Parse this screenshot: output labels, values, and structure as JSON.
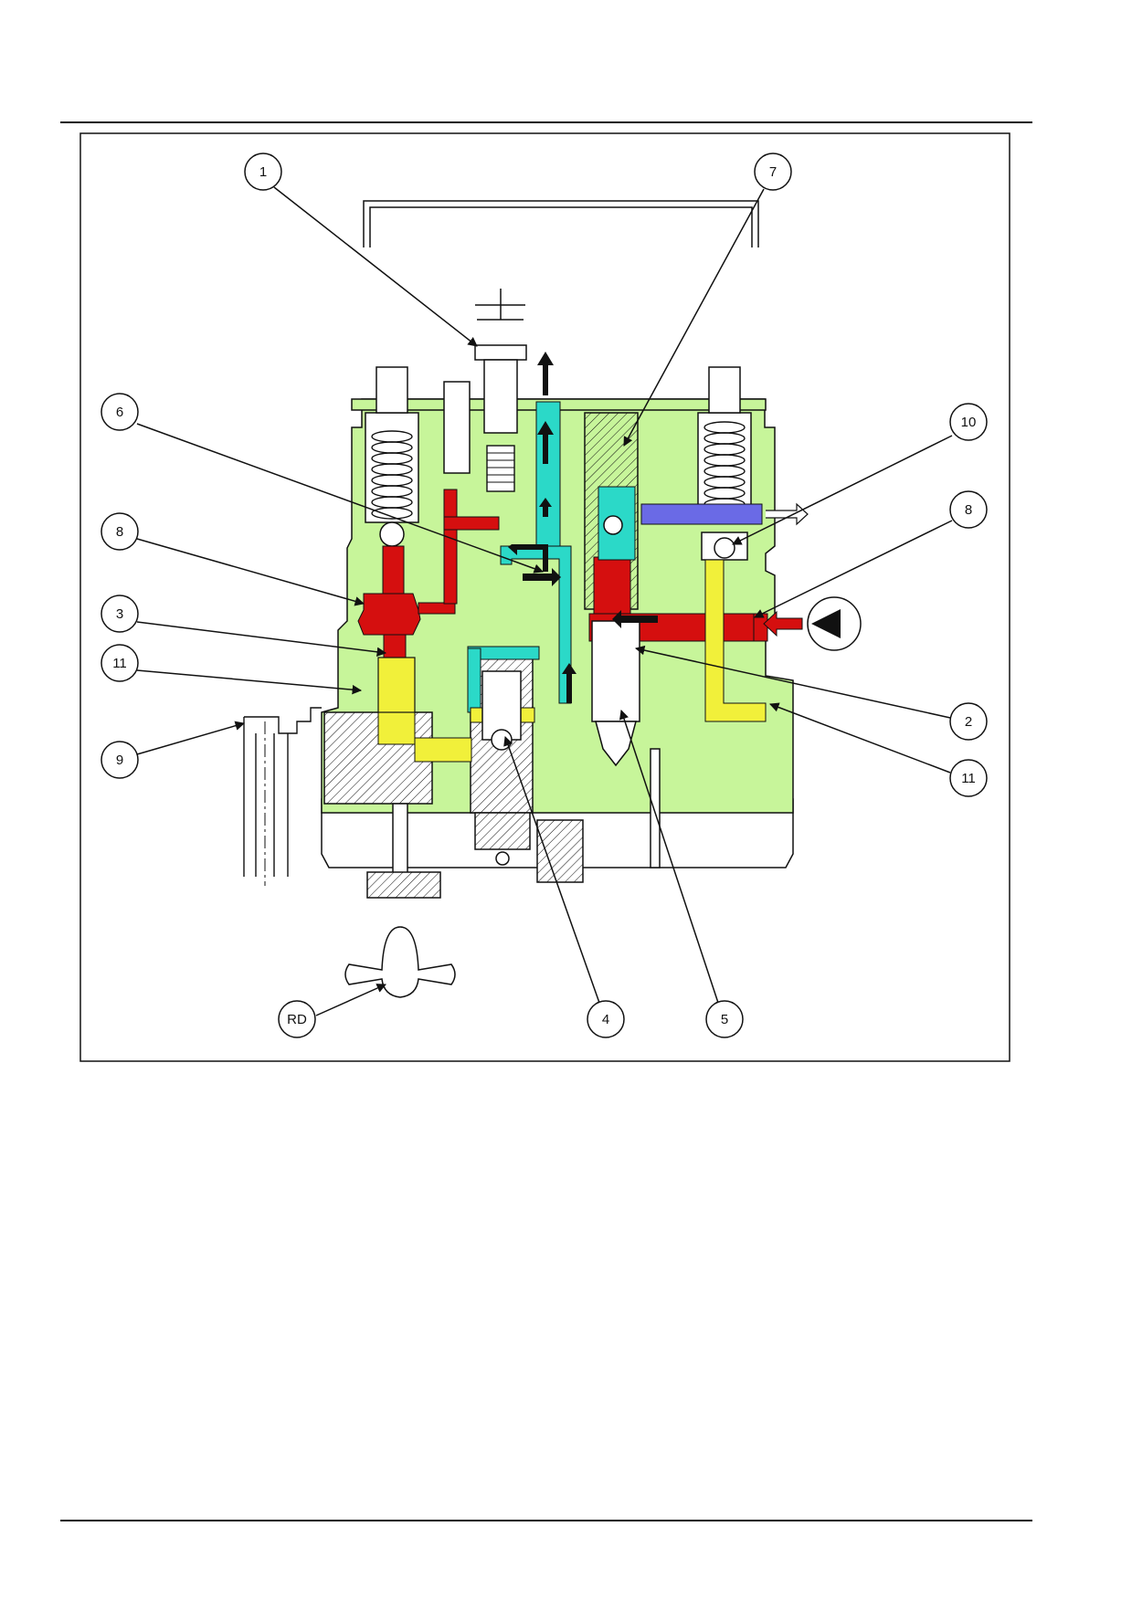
{
  "colors": {
    "body_green": "#c7f59a",
    "pressure_red": "#d50f0f",
    "return_cyan": "#2bd9c8",
    "pilot_yellow": "#f1f03a",
    "drain_blue": "#6a6ae6",
    "line": "#111111"
  },
  "callouts": {
    "c1": "1",
    "c7": "7",
    "c6": "6",
    "c10": "10",
    "c8_left": "8",
    "c8_right": "8",
    "c3": "3",
    "c11_left": "11",
    "c9": "9",
    "c2": "2",
    "c11_right": "11",
    "c_rd": "RD",
    "c4": "4",
    "c5": "5"
  },
  "icons": {
    "inlet_symbol": "filled-triangle-in-circle",
    "flow_arrows": "black-flow-arrow"
  }
}
